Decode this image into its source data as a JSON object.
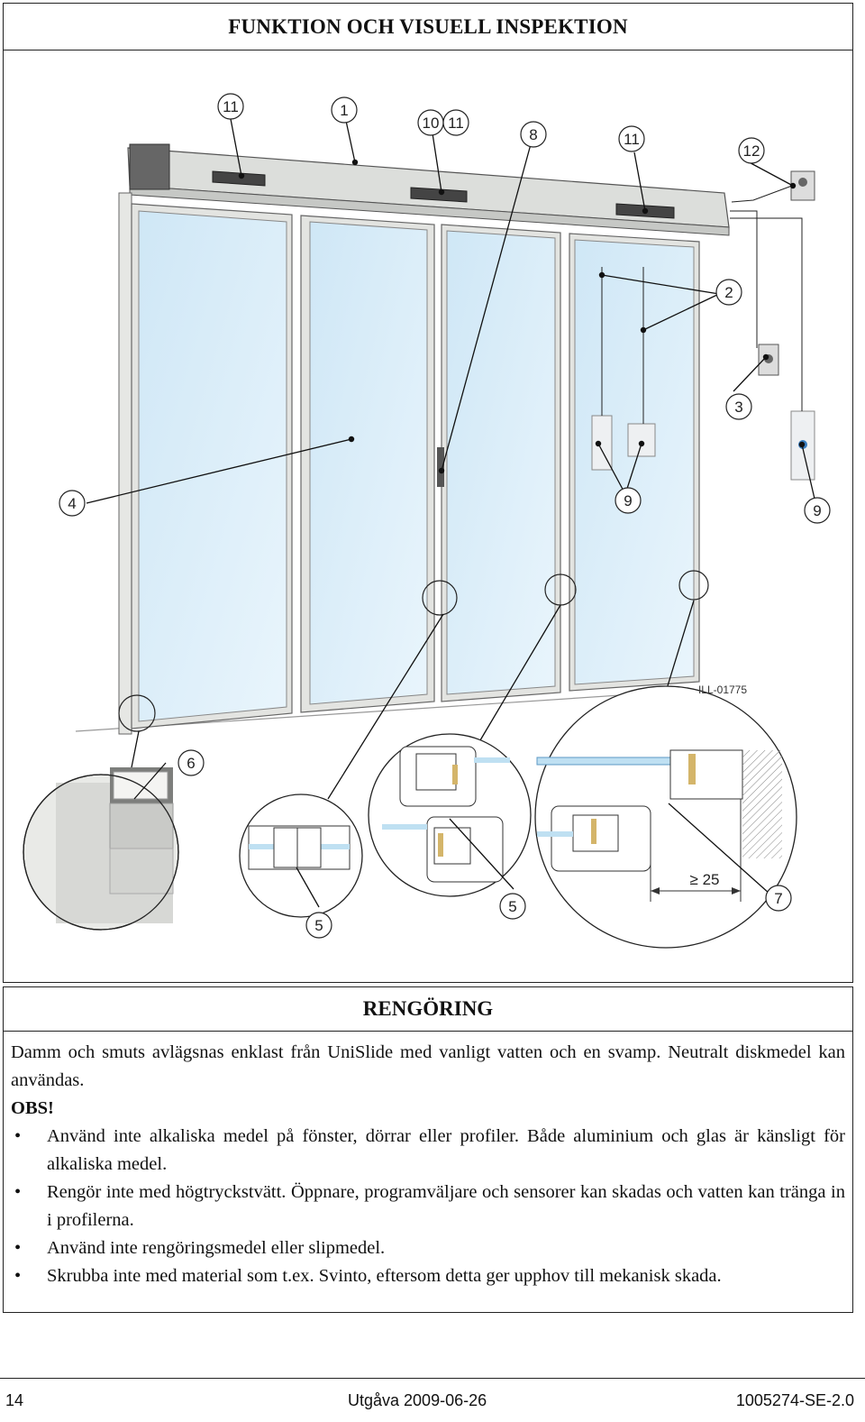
{
  "header": {
    "title": "FUNKTION OCH VISUELL INSPEKTION"
  },
  "figure": {
    "illustration_id": "ILL-01775",
    "callouts": [
      "11",
      "1",
      "10",
      "11",
      "8",
      "11",
      "12",
      "2",
      "3",
      "4",
      "9",
      "9",
      "6",
      "5",
      "5",
      "7"
    ],
    "dimension_label": "≥ 25"
  },
  "section": {
    "title": "RENGÖRING",
    "intro": "Damm och smuts avlägsnas enklast från UniSlide med vanligt vatten och en svamp. Neutralt diskmedel kan användas.",
    "obs_label": "OBS!",
    "bullets": [
      "Använd inte alkaliska medel på fönster, dörrar eller profiler. Både aluminium och glas är känsligt för alkaliska medel.",
      "Rengör inte med högtryckstvätt. Öppnare, programväljare och sensorer kan skadas och vatten kan tränga in i profilerna.",
      "Använd inte rengöringsmedel eller slipmedel.",
      "Skrubba inte med material som t.ex. Svinto, eftersom detta ger upphov till mekanisk skada."
    ]
  },
  "footer": {
    "page_number": "14",
    "edition": "Utgåva 2009-06-26",
    "doc_number": "1005274-SE-2.0"
  }
}
